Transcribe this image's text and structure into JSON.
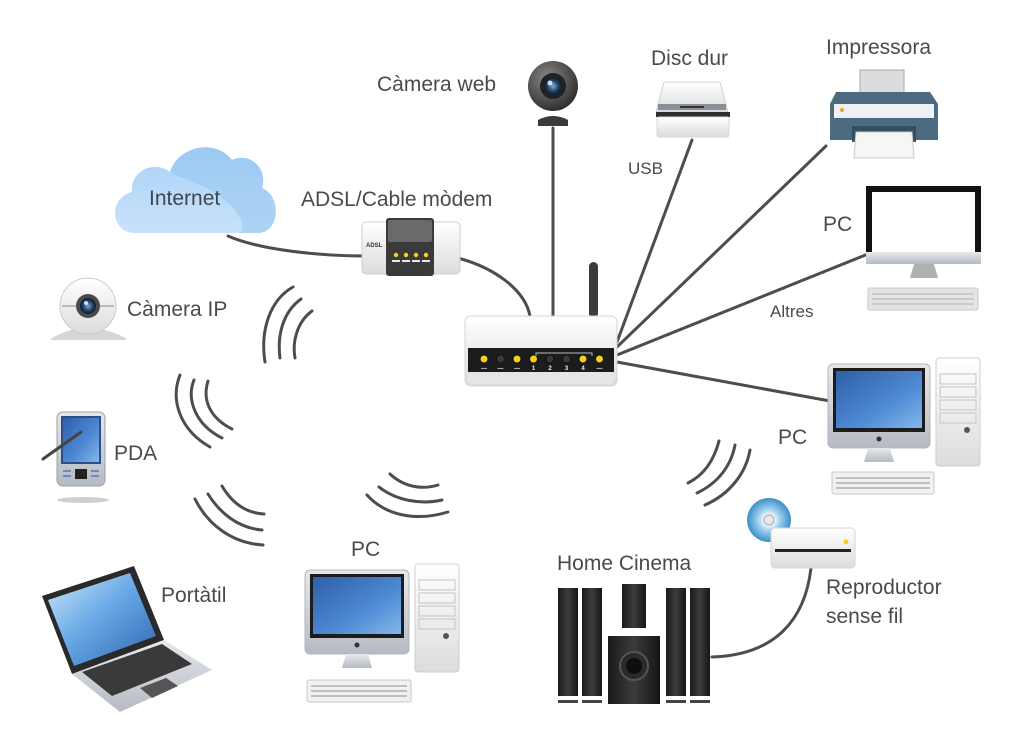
{
  "diagram": {
    "title": "Home network diagram",
    "center_device": "router",
    "nodes": {
      "internet": {
        "label": "Internet",
        "icon": "cloud-icon"
      },
      "modem": {
        "label": "ADSL/Cable mòdem",
        "device_text": "ADSL",
        "icon": "modem-icon"
      },
      "webcam": {
        "label": "Càmera web",
        "icon": "webcam-icon"
      },
      "harddisk": {
        "label": "Disc dur",
        "icon": "hard-disk-icon"
      },
      "printer": {
        "label": "Impressora",
        "icon": "printer-icon"
      },
      "pc_monitor": {
        "label": "PC",
        "icon": "monitor-icon"
      },
      "pc_right": {
        "label": "PC",
        "icon": "desktop-pc-icon"
      },
      "player": {
        "label_line1": "Reproductor",
        "label_line2": "sense fil",
        "icon": "wireless-player-icon"
      },
      "home_cinema": {
        "label": "Home Cinema",
        "icon": "speakers-icon"
      },
      "pc_bottom": {
        "label": "PC",
        "icon": "desktop-pc-icon"
      },
      "laptop": {
        "label": "Portàtil",
        "icon": "laptop-icon"
      },
      "pda": {
        "label": "PDA",
        "icon": "pda-icon"
      },
      "ipcam": {
        "label": "Càmera IP",
        "icon": "ip-camera-icon"
      }
    },
    "router": {
      "icon": "router-icon",
      "port_labels": [
        "—",
        "—",
        "—",
        "1",
        "2",
        "3",
        "4",
        "—"
      ],
      "port_lit": [
        true,
        false,
        true,
        true,
        false,
        false,
        true,
        true
      ]
    },
    "edge_labels": {
      "usb": "USB",
      "others": "Altres"
    },
    "links": [
      {
        "from": "internet",
        "to": "modem",
        "type": "wired"
      },
      {
        "from": "modem",
        "to": "router",
        "type": "wired"
      },
      {
        "from": "webcam",
        "to": "router",
        "type": "wired"
      },
      {
        "from": "harddisk",
        "to": "router",
        "type": "usb"
      },
      {
        "from": "printer",
        "to": "router",
        "type": "wired"
      },
      {
        "from": "pc_monitor",
        "to": "router",
        "type": "wired"
      },
      {
        "from": "pc_right",
        "to": "router",
        "type": "wired"
      },
      {
        "from": "player",
        "to": "home_cinema",
        "type": "wired"
      },
      {
        "from": "ipcam",
        "to": "router",
        "type": "wireless"
      },
      {
        "from": "pda",
        "to": "router",
        "type": "wireless"
      },
      {
        "from": "laptop",
        "to": "router",
        "type": "wireless"
      },
      {
        "from": "pc_bottom",
        "to": "router",
        "type": "wireless"
      },
      {
        "from": "player",
        "to": "router",
        "type": "wireless"
      }
    ],
    "colors": {
      "line": "#4d4d4d",
      "label": "#4a4a4a",
      "cloud": "#9cc8f0",
      "screen": "#3f78c4",
      "led": "#f4d21c"
    }
  }
}
